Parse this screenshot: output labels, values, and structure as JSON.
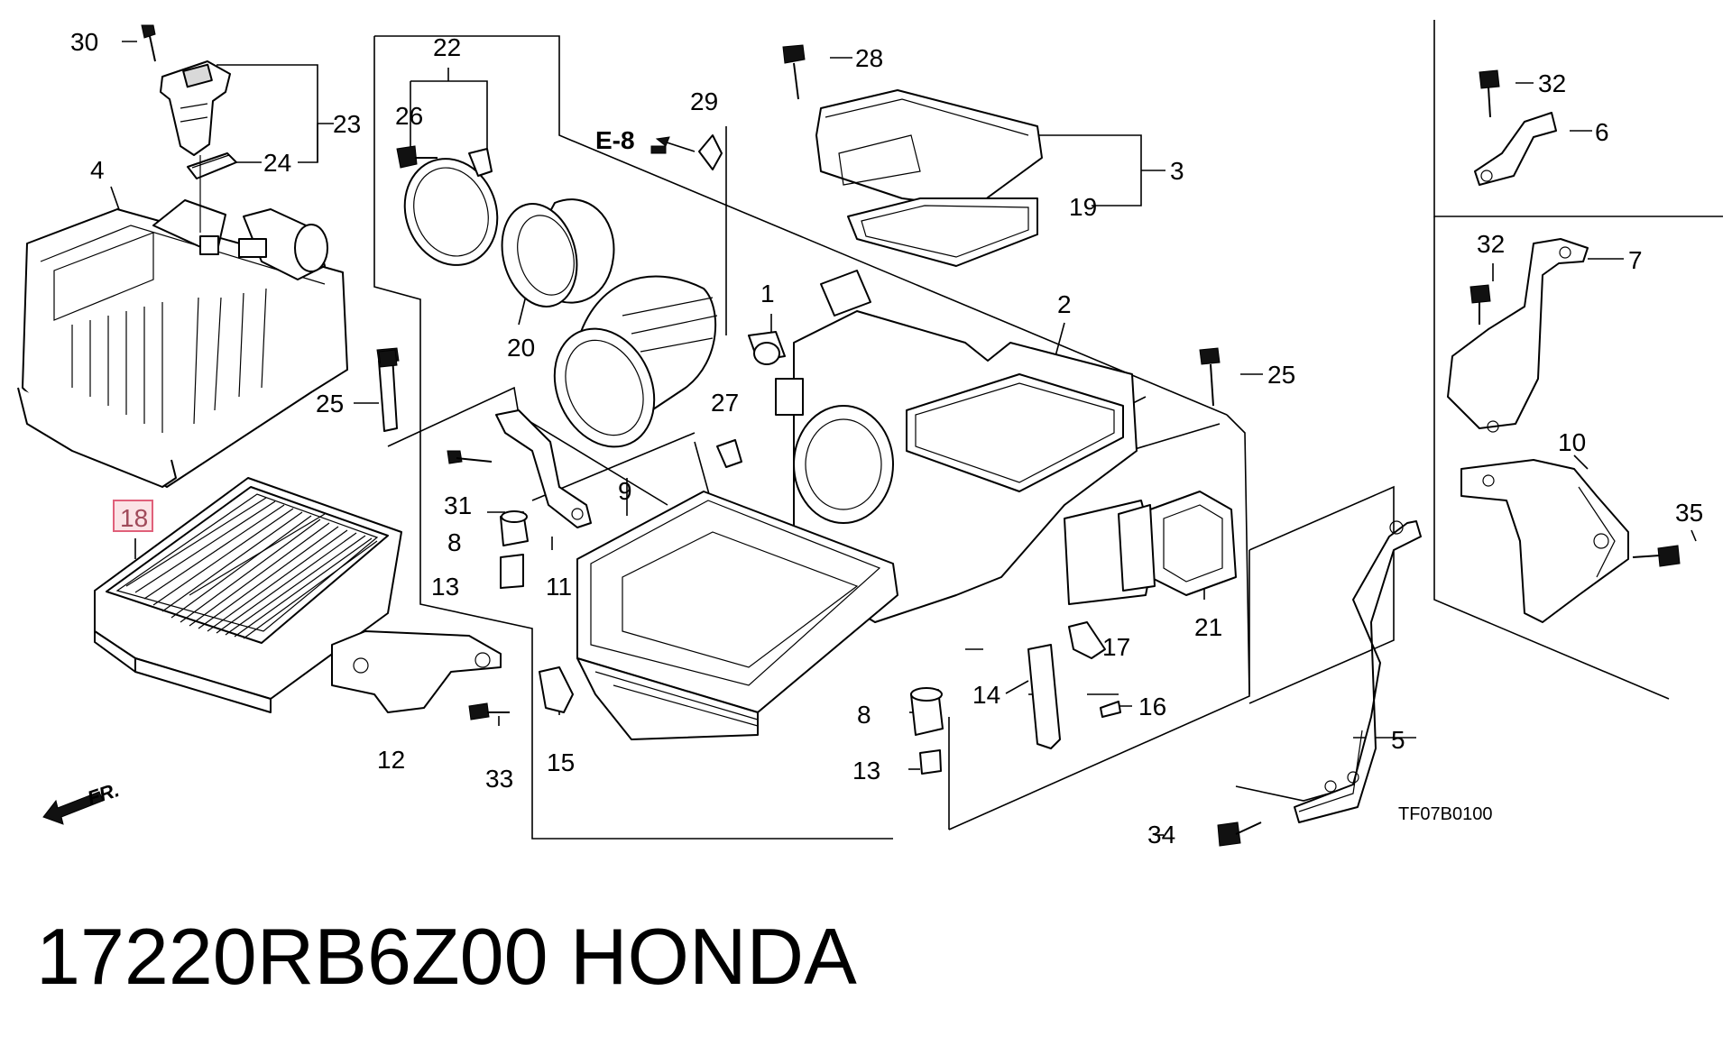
{
  "diagram": {
    "sheet_code": "TF07B0100",
    "reference": "E-8",
    "front_label": "FR.",
    "highlighted_part": "18",
    "callouts": {
      "c1": "1",
      "c2": "2",
      "c3": "3",
      "c4": "4",
      "c5": "5",
      "c6": "6",
      "c7": "7",
      "c8a": "8",
      "c8b": "8",
      "c9": "9",
      "c10": "10",
      "c11": "11",
      "c12": "12",
      "c13a": "13",
      "c13b": "13",
      "c14": "14",
      "c15": "15",
      "c16": "16",
      "c17": "17",
      "c18": "18",
      "c19": "19",
      "c20": "20",
      "c21": "21",
      "c22": "22",
      "c23": "23",
      "c24": "24",
      "c25a": "25",
      "c25b": "25",
      "c26": "26",
      "c27": "27",
      "c28": "28",
      "c29": "29",
      "c30": "30",
      "c31": "31",
      "c32a": "32",
      "c32b": "32",
      "c33": "33",
      "c34": "34",
      "c35": "35"
    }
  },
  "caption": {
    "part_number": "17220RB6Z00",
    "brand": "HONDA"
  }
}
